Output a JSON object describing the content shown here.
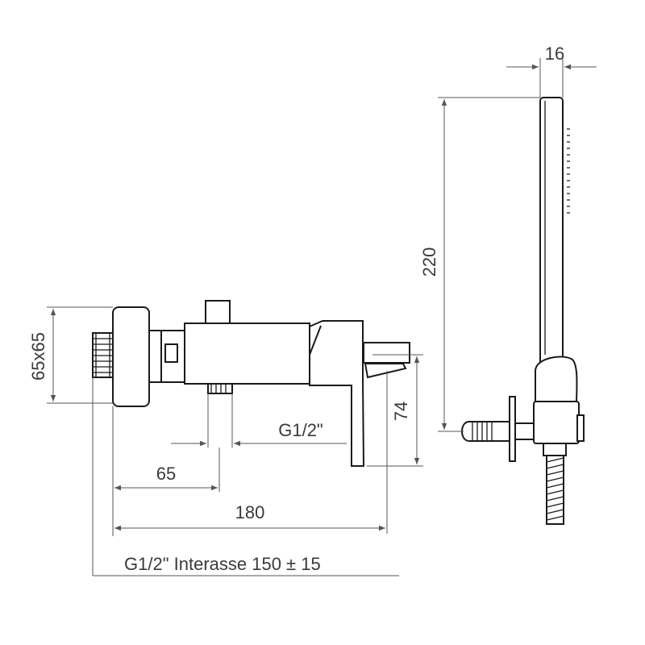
{
  "drawing": {
    "labels": {
      "size_65x65": "65x65",
      "connection_g12": "G1/2\"",
      "dim_65": "65",
      "dim_180": "180",
      "dim_74": "74",
      "dim_220": "220",
      "dim_16": "16",
      "interasse": "G1/2\" Interasse 150 ± 15"
    }
  }
}
